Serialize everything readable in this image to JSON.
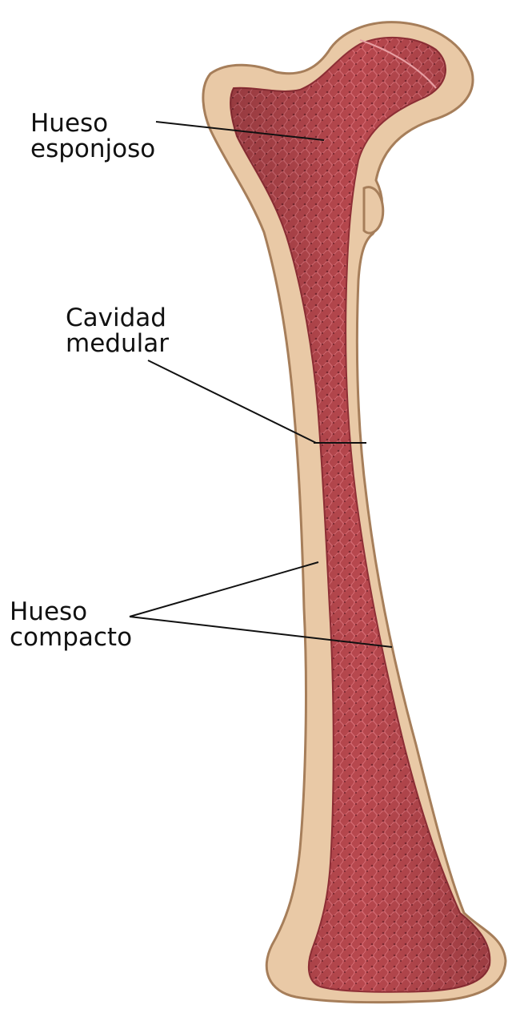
{
  "labels": {
    "spongy_bone": {
      "line1": "Hueso",
      "line2": "esponjoso"
    },
    "medullary_cavity": {
      "line1": "Cavidad",
      "line2": "medular"
    },
    "compact_bone": {
      "line1": "Hueso",
      "line2": "compacto"
    }
  },
  "colors": {
    "background": "#ffffff",
    "compact_bone": "#e9c9a6",
    "bone_outline": "#a67e5a",
    "marrow": "#b8484e",
    "marrow_dark": "#8f2f36",
    "leader_line": "#111111"
  }
}
